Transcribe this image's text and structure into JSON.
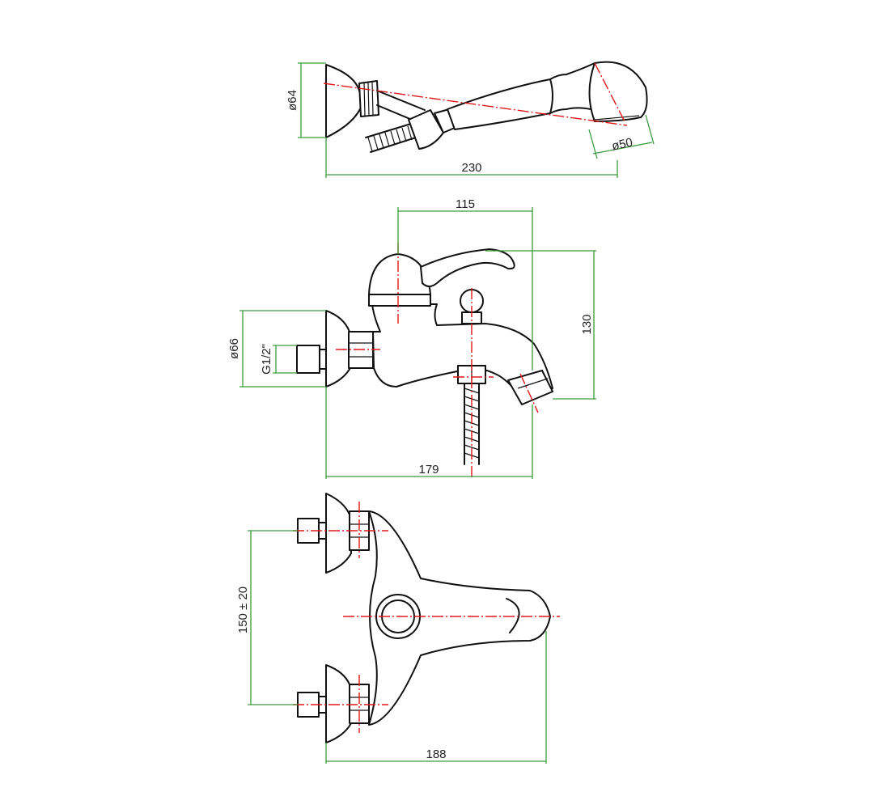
{
  "colors": {
    "outline": "#111111",
    "dimension": "#3c9a3c",
    "centerline": "#e01818",
    "background": "#ffffff"
  },
  "dims": {
    "hand_shower_head_dia": "ø64",
    "hand_shower_face_dia": "ø50",
    "hand_shower_length": "230",
    "spout_reach": "115",
    "body_height": "130",
    "rosette_dia": "ø66",
    "inlet_thread": "G1/2\"",
    "overall_depth": "179",
    "inlet_centers": "150 ± 20",
    "overall_width": "188"
  }
}
